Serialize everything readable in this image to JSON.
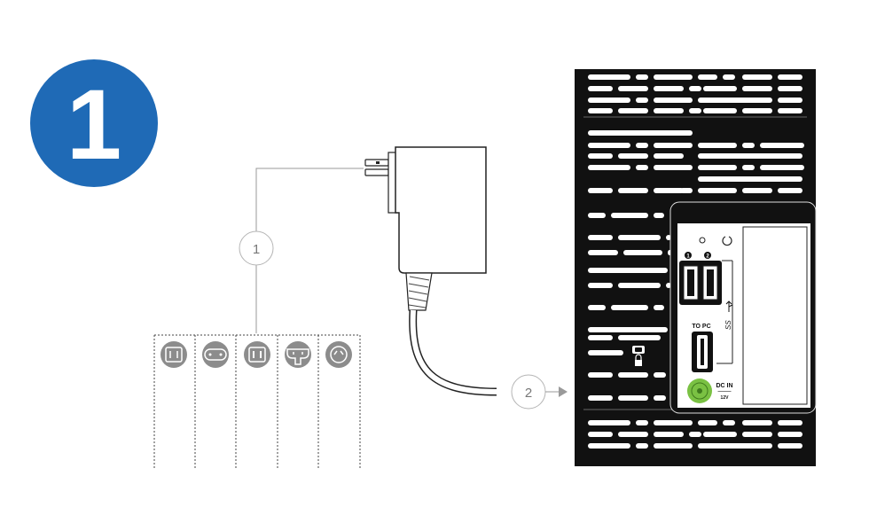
{
  "step": {
    "number": "1",
    "badge_color": "#1f6ab6"
  },
  "callouts": [
    {
      "label": "1"
    },
    {
      "label": "2"
    }
  ],
  "plug_types": [
    {
      "icon": "plug-type-a-icon"
    },
    {
      "icon": "plug-type-eu-icon"
    },
    {
      "icon": "plug-type-us-icon"
    },
    {
      "icon": "plug-type-uk-icon"
    },
    {
      "icon": "plug-type-au-icon"
    }
  ],
  "device": {
    "usb_port_numbers": [
      "1",
      "2"
    ],
    "usb_ss_label": "SS",
    "to_pc_label": "TO PC",
    "dc_in_label": "DC IN",
    "dc_in_sub_label": "12V",
    "dc_in_sub_small": "———",
    "accent_color": "#7ac143"
  }
}
